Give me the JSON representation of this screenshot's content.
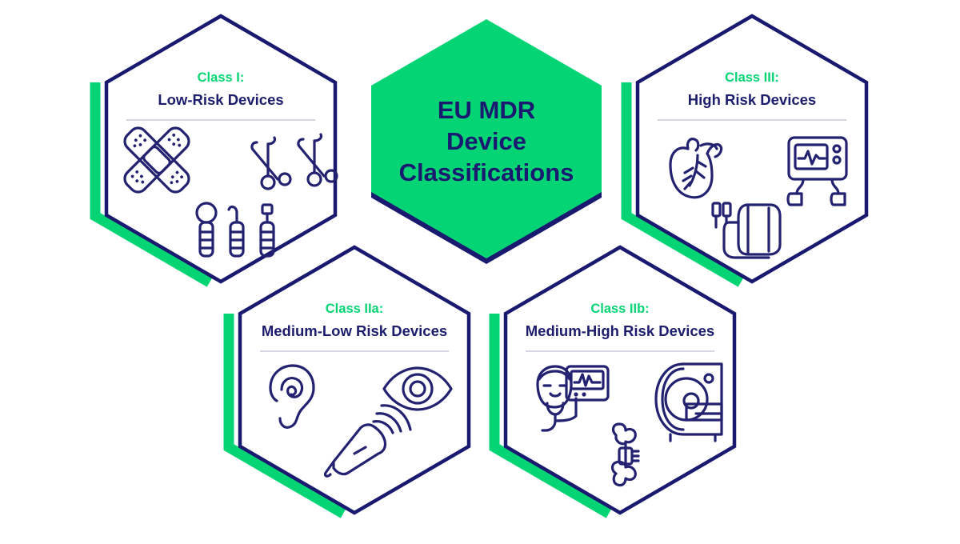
{
  "center": {
    "title_lines": [
      "EU MDR",
      "Device",
      "Classifications"
    ],
    "fill_color": "#05d474",
    "shadow_color": "#191970",
    "text_color": "#191970"
  },
  "theme": {
    "green": "#05d474",
    "navy": "#191970",
    "icon_navy": "#232271",
    "divider": "#c9c9db",
    "background": "#ffffff"
  },
  "cards": [
    {
      "id": "class-1",
      "class_label": "Class I:",
      "description": "Low-Risk Devices",
      "icons": [
        "adhesive-bandages-icon",
        "surgical-forceps-icon",
        "dental-tools-icon"
      ]
    },
    {
      "id": "class-2a",
      "class_label": "Class IIa:",
      "description": "Medium-Low Risk Devices",
      "icons": [
        "ear-hearing-aid-icon",
        "eye-contact-lens-icon",
        "ultrasound-probe-icon"
      ]
    },
    {
      "id": "class-2b",
      "class_label": "Class IIb:",
      "description": "Medium-High Risk Devices",
      "icons": [
        "ventilator-patient-monitor-icon",
        "mri-scanner-icon",
        "bone-implant-plate-icon"
      ]
    },
    {
      "id": "class-3",
      "class_label": "Class III:",
      "description": "High Risk Devices",
      "icons": [
        "anatomical-heart-icon",
        "defibrillator-monitor-icon",
        "blood-pressure-cuff-icon"
      ]
    }
  ]
}
